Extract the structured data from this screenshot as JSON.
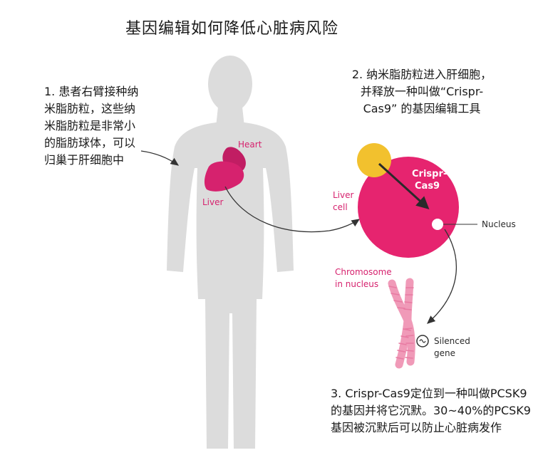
{
  "title": "基因编辑如何降低心脏病风险",
  "steps": {
    "step1": "1. 患者右臂接种纳米脂肪粒，这些纳米脂肪粒是非常小的脂肪球体，可以归巢于肝细胞中",
    "step2_line1": "2. 纳米脂肪粒进入肝细胞，",
    "step2_line2": "并释放一种叫做“Crispr-",
    "step2_line3": "Cas9” 的基因编辑工具",
    "step3": "3. Crispr-Cas9定位到一种叫做PCSK9的基因并将它沉默。30~40%的PCSK9基因被沉默后可以防止心脏病发作"
  },
  "labels": {
    "heart": "Heart",
    "liver": "Liver",
    "liver_cell_1": "Liver",
    "liver_cell_2": "cell",
    "crispr_1": "Crispr-",
    "crispr_2": "Cas9",
    "nucleus": "Nucleus",
    "chromosome_1": "Chromosome",
    "chromosome_2": "in nucleus",
    "silenced_1": "Silenced",
    "silenced_2": "gene"
  },
  "colors": {
    "body": "#dcdcdc",
    "organ": "#d6226e",
    "cell": "#e6246f",
    "nanoparticle": "#f2c12e",
    "chromosome": "#f09ab8",
    "arrow": "#333333"
  }
}
